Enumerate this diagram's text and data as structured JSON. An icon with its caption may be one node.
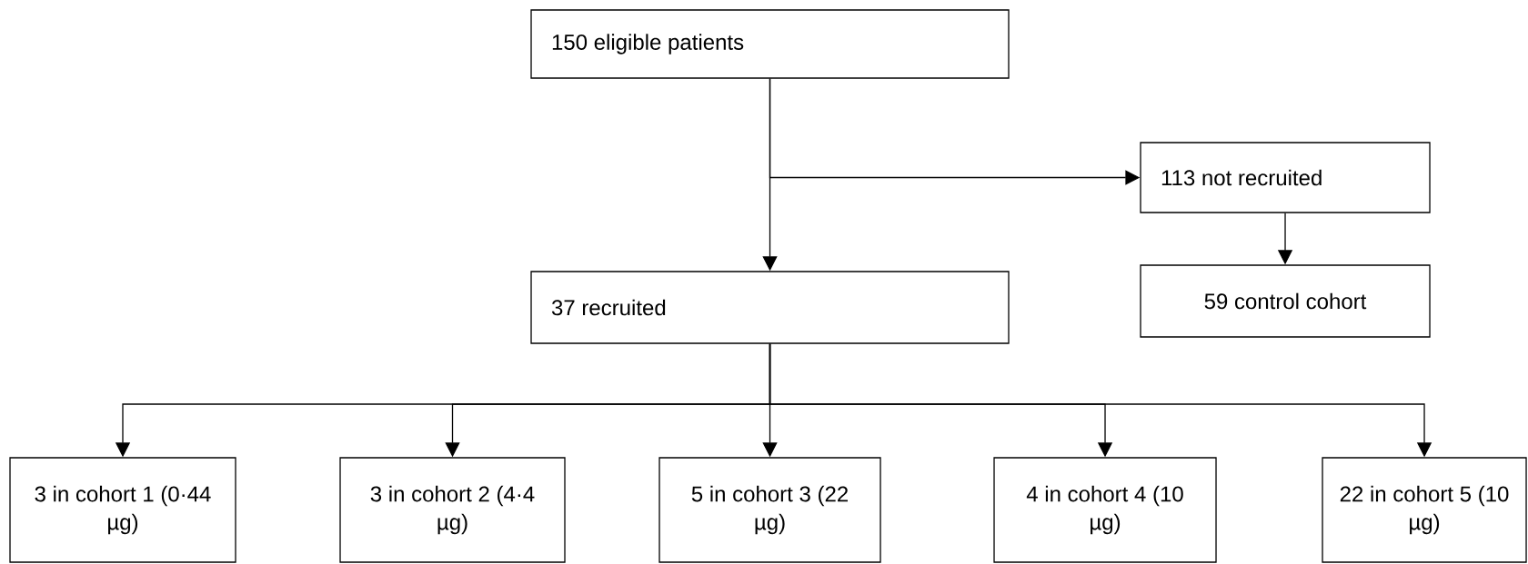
{
  "diagram": {
    "nodes": [
      {
        "text": [
          "150 eligible patients"
        ]
      },
      {
        "text": [
          "113 not recruited"
        ]
      },
      {
        "text": [
          "37 recruited"
        ]
      },
      {
        "text": [
          "59 control cohort"
        ]
      },
      {
        "text": [
          "3 in cohort 1 (0·44 µg)"
        ]
      },
      {
        "text": [
          "3 in cohort 2 (4·4 µg)"
        ]
      },
      {
        "text": [
          "5 in cohort 3 (22 µg)"
        ]
      },
      {
        "text": [
          "4 in cohort 4 (10 µg)"
        ]
      },
      {
        "text": [
          "22 in cohort 5 (10 µg)"
        ]
      }
    ],
    "edges": [
      {
        "from": 0,
        "to": 2,
        "arrow": "to"
      },
      {
        "from": 0,
        "to": 1,
        "arrow": "to"
      },
      {
        "from": 1,
        "to": 3,
        "arrow": "to"
      },
      {
        "from": 2,
        "to": 4,
        "arrow": "to"
      },
      {
        "from": 2,
        "to": 5,
        "arrow": "to"
      },
      {
        "from": 2,
        "to": 6,
        "arrow": "to"
      },
      {
        "from": 2,
        "to": 7,
        "arrow": "to"
      },
      {
        "from": 2,
        "to": 8,
        "arrow": "to"
      }
    ]
  }
}
